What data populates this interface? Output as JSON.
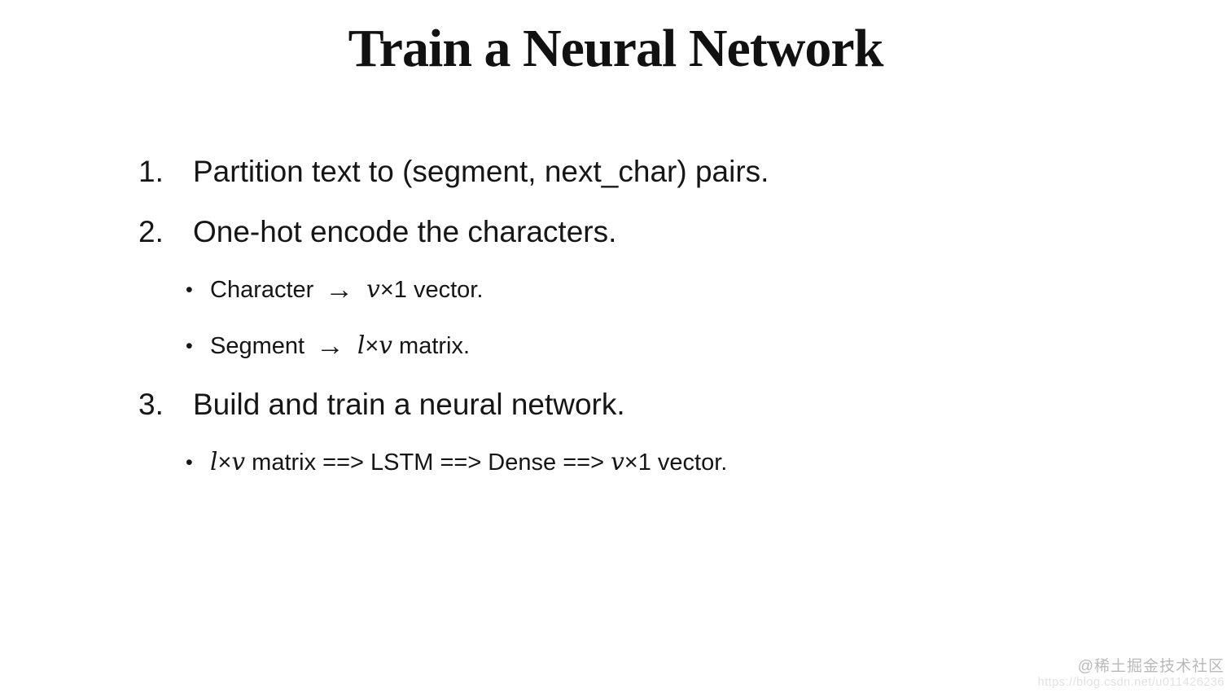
{
  "slide": {
    "title": "Train a Neural Network",
    "list": {
      "item1": {
        "number": "1.",
        "text": "Partition text to (segment, next_char) pairs."
      },
      "item2": {
        "number": "2.",
        "text": "One-hot encode the characters."
      },
      "sub_character": {
        "bullet": "•",
        "label": "Character",
        "arrow": "→",
        "var_v": "v",
        "rest": "×1 vector."
      },
      "sub_segment": {
        "bullet": "•",
        "label": "Segment",
        "arrow": "→",
        "var_l": "l",
        "times": "×",
        "var_v": "v",
        "rest": " matrix."
      },
      "item3": {
        "number": "3.",
        "text": "Build and train a neural network."
      },
      "sub_pipeline": {
        "bullet": "•",
        "var_l": "l",
        "times": "×",
        "var_v": "v",
        "mid": " matrix ==> LSTM ==> Dense ==> ",
        "var_v2": "v",
        "rest": "×1 vector."
      }
    }
  },
  "watermark": {
    "handle": "@稀土掘金技术社区",
    "url": "https://blog.csdn.net/u011426236",
    "handle_color": "#b9b9b9",
    "url_color": "#e2e2e2"
  },
  "colors": {
    "background": "#ffffff",
    "text": "#161616"
  }
}
